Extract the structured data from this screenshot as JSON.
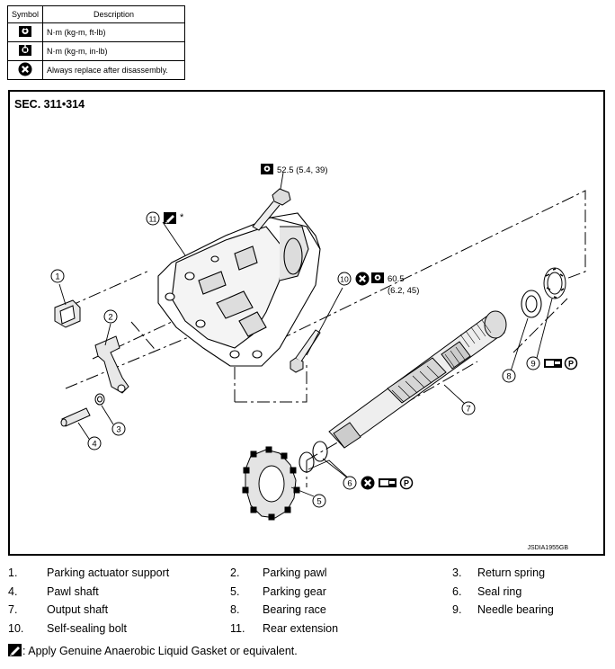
{
  "legend": {
    "header_symbol": "Symbol",
    "header_description": "Description",
    "rows": [
      {
        "icon": "torque-wrench-nm-kgm-ftlb-icon",
        "description": "N·m (kg-m, ft-lb)"
      },
      {
        "icon": "torque-wrench-nm-kgm-inlb-icon",
        "description": "N·m (kg-m, in-lb)"
      },
      {
        "icon": "always-replace-icon",
        "description": "Always replace after disassembly."
      }
    ]
  },
  "diagram": {
    "section": "SEC. 311•314",
    "code": "JSDIA1955GB",
    "callouts": {
      "c1": "1",
      "c2": "2",
      "c3": "3",
      "c4": "4",
      "c5": "5",
      "c6": "6",
      "c7": "7",
      "c8": "8",
      "c9": "9",
      "c10": "10",
      "c11": "11"
    },
    "torque_top": "52.5 (5.4, 39)",
    "torque_bolt_line1": "60.5",
    "torque_bolt_line2": "(6.2, 45)",
    "asterisk": "*",
    "grease_letter": "P"
  },
  "parts": [
    [
      {
        "num": "1.",
        "name": "Parking actuator support"
      },
      {
        "num": "2.",
        "name": "Parking pawl"
      },
      {
        "num": "3.",
        "name": "Return spring"
      }
    ],
    [
      {
        "num": "4.",
        "name": "Pawl shaft"
      },
      {
        "num": "5.",
        "name": "Parking gear"
      },
      {
        "num": "6.",
        "name": "Seal ring"
      }
    ],
    [
      {
        "num": "7.",
        "name": "Output shaft"
      },
      {
        "num": "8.",
        "name": "Bearing race"
      },
      {
        "num": "9.",
        "name": "Needle bearing"
      }
    ],
    [
      {
        "num": "10.",
        "name": "Self-sealing bolt"
      },
      {
        "num": "11.",
        "name": "Rear extension"
      }
    ]
  ],
  "note": ": Apply Genuine Anaerobic Liquid Gasket or equivalent."
}
